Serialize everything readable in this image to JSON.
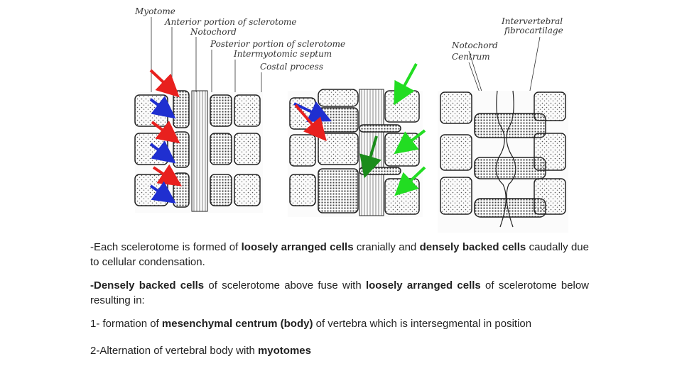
{
  "figure": {
    "labels": {
      "myotome": "Myotome",
      "anterior_sclerotome": "Anterior portion of sclerotome",
      "notochord_left": "Notochord",
      "posterior_sclerotome": "Posterior portion of sclerotome",
      "intermyotomic_septum": "Intermyotomic septum",
      "costal_process": "Costal process",
      "intervertebral_1": "Intervertebral",
      "intervertebral_2": "fibrocartilage",
      "notochord_right": "Notochord",
      "centrum": "Centrum"
    },
    "arrow_colors": {
      "red": "#e8201e",
      "blue": "#1f2fd0",
      "green": "#22dd22",
      "dark_green": "#1a8c1a"
    }
  },
  "text": {
    "p1": {
      "a": "-Each scelerotome is formed of ",
      "b1": "loosely arranged cells",
      "c": " cranially and ",
      "b2": "densely backed cells",
      "d": " caudally due to cellular condensation."
    },
    "p2": {
      "b1": "-Densely backed cells",
      "a": " of scelerotome above fuse with ",
      "b2": "loosely arranged cells",
      "c": " of scelerotome below resulting in:"
    },
    "p3": {
      "a": "1- formation of ",
      "b1": "mesenchymal centrum (body)",
      "c": " of vertebra which is intersegmental in position"
    },
    "p4": {
      "a": "2-Alternation of vertebral body with ",
      "b1": "myotomes"
    }
  }
}
